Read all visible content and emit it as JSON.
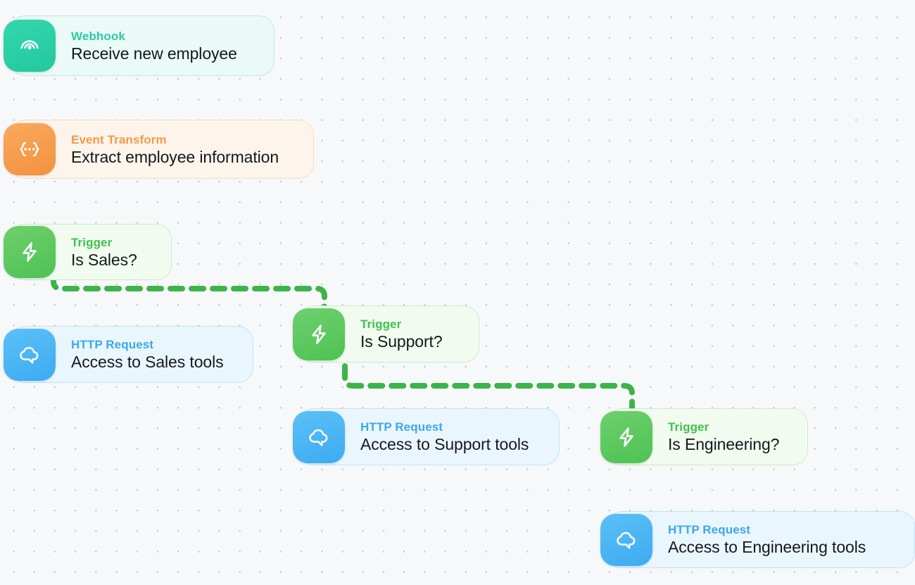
{
  "canvas": {
    "background_color": "#f7f8f9",
    "grid_dot_color": "#c6cacf"
  },
  "palette": {
    "webhook": "#2ec9a4",
    "event_transform": "#f39a45",
    "trigger": "#41c14b",
    "http_request": "#3aa8f0",
    "branch_dashed": "#3cb44a"
  },
  "nodes": [
    {
      "id": "webhook",
      "kind": "Webhook",
      "label": "Receive new employee",
      "icon": "broadcast-icon"
    },
    {
      "id": "transform",
      "kind": "Event Transform",
      "label": "Extract employee information",
      "icon": "braces-icon"
    },
    {
      "id": "sales_trigger",
      "kind": "Trigger",
      "label": "Is Sales?",
      "icon": "lightning-bolt-icon"
    },
    {
      "id": "sales_http",
      "kind": "HTTP Request",
      "label": "Access to Sales tools",
      "icon": "cloud-icon"
    },
    {
      "id": "support_trigger",
      "kind": "Trigger",
      "label": "Is Support?",
      "icon": "lightning-bolt-icon"
    },
    {
      "id": "support_http",
      "kind": "HTTP Request",
      "label": "Access to Support tools",
      "icon": "cloud-icon"
    },
    {
      "id": "engineering_trigger",
      "kind": "Trigger",
      "label": "Is Engineering?",
      "icon": "lightning-bolt-icon"
    },
    {
      "id": "engineering_http",
      "kind": "HTTP Request",
      "label": "Access to Engineering tools",
      "icon": "cloud-icon"
    }
  ],
  "edges": [
    {
      "id": "e1",
      "from": "webhook",
      "to": "transform",
      "style": "solid"
    },
    {
      "id": "e2",
      "from": "transform",
      "to": "sales_trigger",
      "style": "solid"
    },
    {
      "id": "e3",
      "from": "sales_trigger",
      "to": "sales_http",
      "style": "solid"
    },
    {
      "id": "e4",
      "from": "sales_trigger",
      "to": "support_trigger",
      "style": "dashed"
    },
    {
      "id": "e5",
      "from": "support_trigger",
      "to": "support_http",
      "style": "solid"
    },
    {
      "id": "e6",
      "from": "support_trigger",
      "to": "engineering_trigger",
      "style": "dashed"
    },
    {
      "id": "e7",
      "from": "engineering_trigger",
      "to": "engineering_http",
      "style": "solid"
    }
  ]
}
